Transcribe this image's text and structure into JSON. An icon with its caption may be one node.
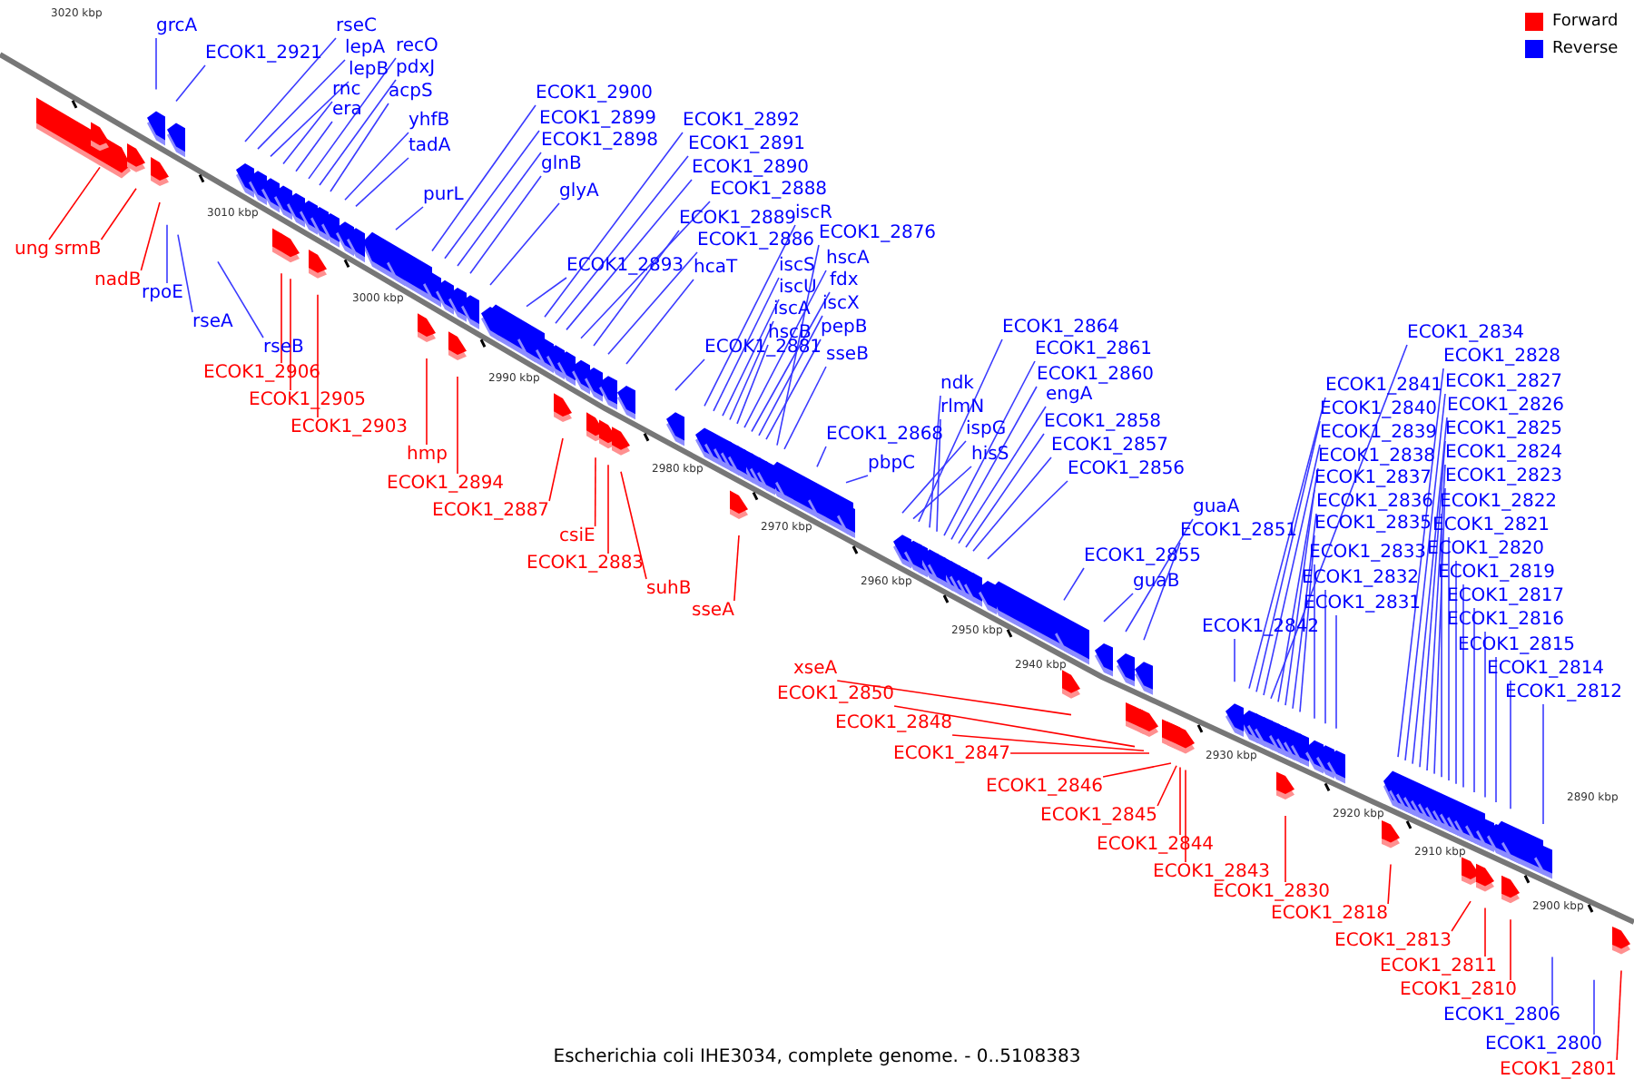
{
  "diagram": {
    "caption": "Escherichia coli IHE3034, complete genome. - 0..5108383",
    "nodes": [
      {
        "text": [
          "grcA"
        ]
      },
      {
        "text": [
          "ECOK1_2921"
        ]
      },
      {
        "text": [
          "rseC"
        ]
      },
      {
        "text": [
          "lepA"
        ]
      },
      {
        "text": [
          "lepB"
        ]
      },
      {
        "text": [
          "rnc"
        ]
      },
      {
        "text": [
          "era"
        ]
      },
      {
        "text": [
          "recO"
        ]
      },
      {
        "text": [
          "pdxJ"
        ]
      },
      {
        "text": [
          "acpS"
        ]
      },
      {
        "text": [
          "yhfB"
        ]
      },
      {
        "text": [
          "tadA"
        ]
      },
      {
        "text": [
          "purL"
        ]
      },
      {
        "text": [
          "ECOK1_2900"
        ]
      },
      {
        "text": [
          "ECOK1_2899"
        ]
      },
      {
        "text": [
          "ECOK1_2898"
        ]
      },
      {
        "text": [
          "glnB"
        ]
      },
      {
        "text": [
          "glyA"
        ]
      },
      {
        "text": [
          "ECOK1_2892"
        ]
      },
      {
        "text": [
          "ECOK1_2891"
        ]
      },
      {
        "text": [
          "ECOK1_2890"
        ]
      },
      {
        "text": [
          "ECOK1_2888"
        ]
      },
      {
        "text": [
          "ECOK1_2889"
        ]
      },
      {
        "text": [
          "ECOK1_2886"
        ]
      },
      {
        "text": [
          "ECOK1_2893"
        ]
      },
      {
        "text": [
          "hcaT"
        ]
      },
      {
        "text": [
          "iscR"
        ]
      },
      {
        "text": [
          "ECOK1_2876"
        ]
      },
      {
        "text": [
          "iscS"
        ]
      },
      {
        "text": [
          "hscA"
        ]
      },
      {
        "text": [
          "iscU"
        ]
      },
      {
        "text": [
          "fdx"
        ]
      },
      {
        "text": [
          "iscA"
        ]
      },
      {
        "text": [
          "iscX"
        ]
      },
      {
        "text": [
          "hscB"
        ]
      },
      {
        "text": [
          "pepB"
        ]
      },
      {
        "text": [
          "ECOK1_2881"
        ]
      },
      {
        "text": [
          "sseB"
        ]
      },
      {
        "text": [
          "ECOK1_2864"
        ]
      },
      {
        "text": [
          "ECOK1_2861"
        ]
      },
      {
        "text": [
          "ECOK1_2860"
        ]
      },
      {
        "text": [
          "ndk"
        ]
      },
      {
        "text": [
          "engA"
        ]
      },
      {
        "text": [
          "rlmN"
        ]
      },
      {
        "text": [
          "ECOK1_2858"
        ]
      },
      {
        "text": [
          "ECOK1_2868"
        ]
      },
      {
        "text": [
          "ispG"
        ]
      },
      {
        "text": [
          "ECOK1_2857"
        ]
      },
      {
        "text": [
          "pbpC"
        ]
      },
      {
        "text": [
          "hisS"
        ]
      },
      {
        "text": [
          "ECOK1_2856"
        ]
      },
      {
        "text": [
          "guaA"
        ]
      },
      {
        "text": [
          "ECOK1_2851"
        ]
      },
      {
        "text": [
          "ECOK1_2855"
        ]
      },
      {
        "text": [
          "guaB"
        ]
      },
      {
        "text": [
          "ECOK1_2834"
        ]
      },
      {
        "text": [
          "ECOK1_2828"
        ]
      },
      {
        "text": [
          "ECOK1_2827"
        ]
      },
      {
        "text": [
          "ECOK1_2841"
        ]
      },
      {
        "text": [
          "ECOK1_2826"
        ]
      },
      {
        "text": [
          "ECOK1_2840"
        ]
      },
      {
        "text": [
          "ECOK1_2825"
        ]
      },
      {
        "text": [
          "ECOK1_2839"
        ]
      },
      {
        "text": [
          "ECOK1_2824"
        ]
      },
      {
        "text": [
          "ECOK1_2838"
        ]
      },
      {
        "text": [
          "ECOK1_2823"
        ]
      },
      {
        "text": [
          "ECOK1_2837"
        ]
      },
      {
        "text": [
          "ECOK1_2822"
        ]
      },
      {
        "text": [
          "ECOK1_2836"
        ]
      },
      {
        "text": [
          "ECOK1_2835"
        ]
      },
      {
        "text": [
          "ECOK1_2821"
        ]
      },
      {
        "text": [
          "ECOK1_2820"
        ]
      },
      {
        "text": [
          "ECOK1_2833"
        ]
      },
      {
        "text": [
          "ECOK1_2819"
        ]
      },
      {
        "text": [
          "ECOK1_2832"
        ]
      },
      {
        "text": [
          "ECOK1_2817"
        ]
      },
      {
        "text": [
          "ECOK1_2831"
        ]
      },
      {
        "text": [
          "ECOK1_2816"
        ]
      },
      {
        "text": [
          "ECOK1_2842"
        ]
      },
      {
        "text": [
          "ECOK1_2815"
        ]
      },
      {
        "text": [
          "ECOK1_2814"
        ]
      },
      {
        "text": [
          "ECOK1_2812"
        ]
      },
      {
        "text": [
          "ECOK1_2806"
        ]
      },
      {
        "text": [
          "ECOK1_2800"
        ]
      },
      {
        "text": [
          "ung"
        ]
      },
      {
        "text": [
          "srmB"
        ]
      },
      {
        "text": [
          "nadB"
        ]
      },
      {
        "text": [
          "rpoE"
        ]
      },
      {
        "text": [
          "rseA"
        ]
      },
      {
        "text": [
          "rseB"
        ]
      },
      {
        "text": [
          "ECOK1_2906"
        ]
      },
      {
        "text": [
          "ECOK1_2905"
        ]
      },
      {
        "text": [
          "ECOK1_2903"
        ]
      },
      {
        "text": [
          "hmp"
        ]
      },
      {
        "text": [
          "ECOK1_2894"
        ]
      },
      {
        "text": [
          "ECOK1_2887"
        ]
      },
      {
        "text": [
          "csiE"
        ]
      },
      {
        "text": [
          "ECOK1_2883"
        ]
      },
      {
        "text": [
          "suhB"
        ]
      },
      {
        "text": [
          "sseA"
        ]
      },
      {
        "text": [
          "xseA"
        ]
      },
      {
        "text": [
          "ECOK1_2850"
        ]
      },
      {
        "text": [
          "ECOK1_2848"
        ]
      },
      {
        "text": [
          "ECOK1_2847"
        ]
      },
      {
        "text": [
          "ECOK1_2846"
        ]
      },
      {
        "text": [
          "ECOK1_2845"
        ]
      },
      {
        "text": [
          "ECOK1_2844"
        ]
      },
      {
        "text": [
          "ECOK1_2843"
        ]
      },
      {
        "text": [
          "ECOK1_2830"
        ]
      },
      {
        "text": [
          "ECOK1_2818"
        ]
      },
      {
        "text": [
          "ECOK1_2813"
        ]
      },
      {
        "text": [
          "ECOK1_2811"
        ]
      },
      {
        "text": [
          "ECOK1_2810"
        ]
      },
      {
        "text": [
          "ECOK1_2801"
        ]
      }
    ],
    "edges": [
      {
        "from": 0,
        "to": null,
        "arrow": "none"
      },
      {
        "from": 1,
        "to": null,
        "arrow": "none"
      },
      {
        "from": 2,
        "to": null,
        "arrow": "none"
      },
      {
        "from": 3,
        "to": null,
        "arrow": "none"
      },
      {
        "from": 4,
        "to": null,
        "arrow": "none"
      },
      {
        "from": 5,
        "to": null,
        "arrow": "none"
      },
      {
        "from": 6,
        "to": null,
        "arrow": "none"
      },
      {
        "from": 7,
        "to": null,
        "arrow": "none"
      },
      {
        "from": 8,
        "to": null,
        "arrow": "none"
      },
      {
        "from": 9,
        "to": null,
        "arrow": "none"
      },
      {
        "from": 10,
        "to": null,
        "arrow": "none"
      },
      {
        "from": 11,
        "to": null,
        "arrow": "none"
      },
      {
        "from": 12,
        "to": null,
        "arrow": "none"
      },
      {
        "from": 13,
        "to": null,
        "arrow": "none"
      },
      {
        "from": 14,
        "to": null,
        "arrow": "none"
      },
      {
        "from": 15,
        "to": null,
        "arrow": "none"
      },
      {
        "from": 16,
        "to": null,
        "arrow": "none"
      },
      {
        "from": 17,
        "to": null,
        "arrow": "none"
      },
      {
        "from": 18,
        "to": null,
        "arrow": "none"
      },
      {
        "from": 19,
        "to": null,
        "arrow": "none"
      },
      {
        "from": 20,
        "to": null,
        "arrow": "none"
      },
      {
        "from": 21,
        "to": null,
        "arrow": "none"
      },
      {
        "from": 22,
        "to": null,
        "arrow": "none"
      },
      {
        "from": 23,
        "to": null,
        "arrow": "none"
      },
      {
        "from": 24,
        "to": null,
        "arrow": "none"
      },
      {
        "from": 25,
        "to": null,
        "arrow": "none"
      },
      {
        "from": 26,
        "to": null,
        "arrow": "none"
      },
      {
        "from": 27,
        "to": null,
        "arrow": "none"
      },
      {
        "from": 28,
        "to": null,
        "arrow": "none"
      },
      {
        "from": 29,
        "to": null,
        "arrow": "none"
      },
      {
        "from": 30,
        "to": null,
        "arrow": "none"
      },
      {
        "from": 31,
        "to": null,
        "arrow": "none"
      },
      {
        "from": 32,
        "to": null,
        "arrow": "none"
      },
      {
        "from": 33,
        "to": null,
        "arrow": "none"
      },
      {
        "from": 34,
        "to": null,
        "arrow": "none"
      },
      {
        "from": 35,
        "to": null,
        "arrow": "none"
      },
      {
        "from": 36,
        "to": null,
        "arrow": "none"
      },
      {
        "from": 37,
        "to": null,
        "arrow": "none"
      },
      {
        "from": 38,
        "to": null,
        "arrow": "none"
      },
      {
        "from": 39,
        "to": null,
        "arrow": "none"
      },
      {
        "from": 40,
        "to": null,
        "arrow": "none"
      },
      {
        "from": 41,
        "to": null,
        "arrow": "none"
      },
      {
        "from": 42,
        "to": null,
        "arrow": "none"
      },
      {
        "from": 43,
        "to": null,
        "arrow": "none"
      },
      {
        "from": 44,
        "to": null,
        "arrow": "none"
      },
      {
        "from": 45,
        "to": null,
        "arrow": "none"
      },
      {
        "from": 46,
        "to": null,
        "arrow": "none"
      },
      {
        "from": 47,
        "to": null,
        "arrow": "none"
      },
      {
        "from": 48,
        "to": null,
        "arrow": "none"
      },
      {
        "from": 49,
        "to": null,
        "arrow": "none"
      },
      {
        "from": 50,
        "to": null,
        "arrow": "none"
      },
      {
        "from": 51,
        "to": null,
        "arrow": "none"
      },
      {
        "from": 52,
        "to": null,
        "arrow": "none"
      },
      {
        "from": 53,
        "to": null,
        "arrow": "none"
      },
      {
        "from": 54,
        "to": null,
        "arrow": "none"
      },
      {
        "from": 55,
        "to": null,
        "arrow": "none"
      },
      {
        "from": 56,
        "to": null,
        "arrow": "none"
      },
      {
        "from": 57,
        "to": null,
        "arrow": "none"
      },
      {
        "from": 58,
        "to": null,
        "arrow": "none"
      },
      {
        "from": 59,
        "to": null,
        "arrow": "none"
      },
      {
        "from": 60,
        "to": null,
        "arrow": "none"
      },
      {
        "from": 61,
        "to": null,
        "arrow": "none"
      },
      {
        "from": 62,
        "to": null,
        "arrow": "none"
      },
      {
        "from": 63,
        "to": null,
        "arrow": "none"
      },
      {
        "from": 64,
        "to": null,
        "arrow": "none"
      },
      {
        "from": 65,
        "to": null,
        "arrow": "none"
      },
      {
        "from": 66,
        "to": null,
        "arrow": "none"
      },
      {
        "from": 67,
        "to": null,
        "arrow": "none"
      },
      {
        "from": 68,
        "to": null,
        "arrow": "none"
      },
      {
        "from": 69,
        "to": null,
        "arrow": "none"
      },
      {
        "from": 70,
        "to": null,
        "arrow": "none"
      },
      {
        "from": 71,
        "to": null,
        "arrow": "none"
      },
      {
        "from": 72,
        "to": null,
        "arrow": "none"
      },
      {
        "from": 73,
        "to": null,
        "arrow": "none"
      },
      {
        "from": 74,
        "to": null,
        "arrow": "none"
      },
      {
        "from": 75,
        "to": null,
        "arrow": "none"
      },
      {
        "from": 76,
        "to": null,
        "arrow": "none"
      },
      {
        "from": 77,
        "to": null,
        "arrow": "none"
      },
      {
        "from": 78,
        "to": null,
        "arrow": "none"
      },
      {
        "from": 79,
        "to": null,
        "arrow": "none"
      },
      {
        "from": 80,
        "to": null,
        "arrow": "none"
      },
      {
        "from": 81,
        "to": null,
        "arrow": "none"
      },
      {
        "from": 82,
        "to": null,
        "arrow": "none"
      },
      {
        "from": 83,
        "to": null,
        "arrow": "none"
      },
      {
        "from": 84,
        "to": null,
        "arrow": "none",
        "color": "#ff0000"
      },
      {
        "from": 85,
        "to": null,
        "arrow": "none",
        "color": "#ff0000"
      },
      {
        "from": 86,
        "to": null,
        "arrow": "none",
        "color": "#ff0000"
      },
      {
        "from": 87,
        "to": null,
        "arrow": "none"
      },
      {
        "from": 88,
        "to": null,
        "arrow": "none"
      },
      {
        "from": 89,
        "to": null,
        "arrow": "none"
      },
      {
        "from": 90,
        "to": null,
        "arrow": "none",
        "color": "#ff0000"
      },
      {
        "from": 91,
        "to": null,
        "arrow": "none",
        "color": "#ff0000"
      },
      {
        "from": 92,
        "to": null,
        "arrow": "none",
        "color": "#ff0000"
      },
      {
        "from": 93,
        "to": null,
        "arrow": "none",
        "color": "#ff0000"
      },
      {
        "from": 94,
        "to": null,
        "arrow": "none",
        "color": "#ff0000"
      },
      {
        "from": 95,
        "to": null,
        "arrow": "none",
        "color": "#ff0000"
      },
      {
        "from": 96,
        "to": null,
        "arrow": "none",
        "color": "#ff0000"
      },
      {
        "from": 97,
        "to": null,
        "arrow": "none",
        "color": "#ff0000"
      },
      {
        "from": 98,
        "to": null,
        "arrow": "none",
        "color": "#ff0000"
      },
      {
        "from": 99,
        "to": null,
        "arrow": "none",
        "color": "#ff0000"
      },
      {
        "from": 100,
        "to": null,
        "arrow": "none",
        "color": "#ff0000"
      },
      {
        "from": 101,
        "to": null,
        "arrow": "none",
        "color": "#ff0000"
      },
      {
        "from": 102,
        "to": null,
        "arrow": "none",
        "color": "#ff0000"
      },
      {
        "from": 103,
        "to": null,
        "arrow": "none",
        "color": "#ff0000"
      },
      {
        "from": 104,
        "to": null,
        "arrow": "none",
        "color": "#ff0000"
      },
      {
        "from": 105,
        "to": null,
        "arrow": "none",
        "color": "#ff0000"
      },
      {
        "from": 106,
        "to": null,
        "arrow": "none",
        "color": "#ff0000"
      },
      {
        "from": 107,
        "to": null,
        "arrow": "none",
        "color": "#ff0000"
      },
      {
        "from": 108,
        "to": null,
        "arrow": "none",
        "color": "#ff0000"
      },
      {
        "from": 109,
        "to": null,
        "arrow": "none",
        "color": "#ff0000"
      },
      {
        "from": 110,
        "to": null,
        "arrow": "none",
        "color": "#ff0000"
      },
      {
        "from": 111,
        "to": null,
        "arrow": "none",
        "color": "#ff0000"
      },
      {
        "from": 112,
        "to": null,
        "arrow": "none",
        "color": "#ff0000"
      },
      {
        "from": 113,
        "to": null,
        "arrow": "none",
        "color": "#ff0000"
      }
    ],
    "labels": [
      "3020 kbp",
      "3010 kbp",
      "3000 kbp",
      "2990 kbp",
      "2980 kbp",
      "2970 kbp",
      "2960 kbp",
      "2950 kbp",
      "2940 kbp",
      "2930 kbp",
      "2920 kbp",
      "2910 kbp",
      "2900 kbp",
      "2890 kbp"
    ],
    "legend": [
      {
        "text": "Forward",
        "color": "#ff0000"
      },
      {
        "text": "Reverse",
        "color": "#0000ff"
      }
    ]
  }
}
